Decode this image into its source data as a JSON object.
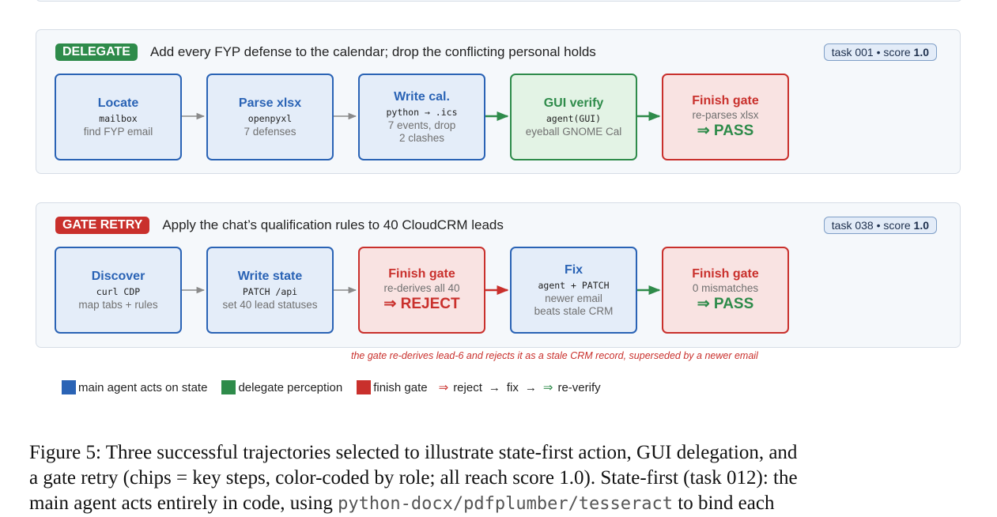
{
  "panels": [
    {
      "badge": "DELEGATE",
      "title": "Add every FYP defense to the calendar; drop the conflicting personal holds",
      "chip": {
        "task": "task 001",
        "score_label": "score",
        "score": "1.0"
      },
      "steps": [
        {
          "title": "Locate",
          "code": "mailbox",
          "desc": [
            "find FYP email"
          ]
        },
        {
          "title": "Parse xlsx",
          "code": "openpyxl",
          "desc": [
            "7 defenses"
          ]
        },
        {
          "title": "Write cal.",
          "code": "python → .ics",
          "desc": [
            "7 events, drop",
            "2 clashes"
          ]
        },
        {
          "title": "GUI verify",
          "code": "agent(GUI)",
          "desc": [
            "eyeball GNOME Cal"
          ]
        },
        {
          "title": "Finish gate",
          "code": "",
          "desc": [
            "re-parses xlsx"
          ],
          "result": "⇒ PASS"
        }
      ]
    },
    {
      "badge": "GATE RETRY",
      "title": "Apply the chat’s qualification rules to 40 CloudCRM leads",
      "chip": {
        "task": "task 038",
        "score_label": "score",
        "score": "1.0"
      },
      "steps": [
        {
          "title": "Discover",
          "code": "curl CDP",
          "desc": [
            "map tabs + rules"
          ]
        },
        {
          "title": "Write state",
          "code": "PATCH /api",
          "desc": [
            "set 40 lead statuses"
          ]
        },
        {
          "title": "Finish gate",
          "code": "",
          "desc": [
            "re-derives all 40"
          ],
          "result": "⇒ REJECT"
        },
        {
          "title": "Fix",
          "code": "agent + PATCH",
          "desc": [
            "newer email",
            "beats stale CRM"
          ]
        },
        {
          "title": "Finish gate",
          "code": "",
          "desc": [
            "0 mismatches"
          ],
          "result": "⇒ PASS"
        }
      ]
    }
  ],
  "note": "the gate re-derives lead-6 and rejects it as a stale CRM record, superseded by a newer email",
  "legend": {
    "main": "main agent acts on state",
    "delegate": "delegate perception",
    "gate": "finish gate",
    "reject_sym": "⇒",
    "reject": "reject",
    "fix_sym": "→",
    "fix": "fix",
    "arrow_sym": "→",
    "reverify_sym": "⇒",
    "reverify": "re-verify"
  },
  "colors": {
    "blue": "#2a63b5",
    "green": "#2e8b4a",
    "red": "#c9302c",
    "gray": "#8a8a8a"
  },
  "caption": {
    "line1": "Figure 5: Three successful trajectories selected to illustrate state-first action, GUI delegation, and",
    "line2": "a gate retry (chips = key steps, color-coded by role; all reach score 1.0). State-first (task 012): the",
    "line3_a": "main agent acts entirely in code, using",
    "line3_mono": "python-docx/pdfplumber/tesseract",
    "line3_b": "to bind each"
  }
}
